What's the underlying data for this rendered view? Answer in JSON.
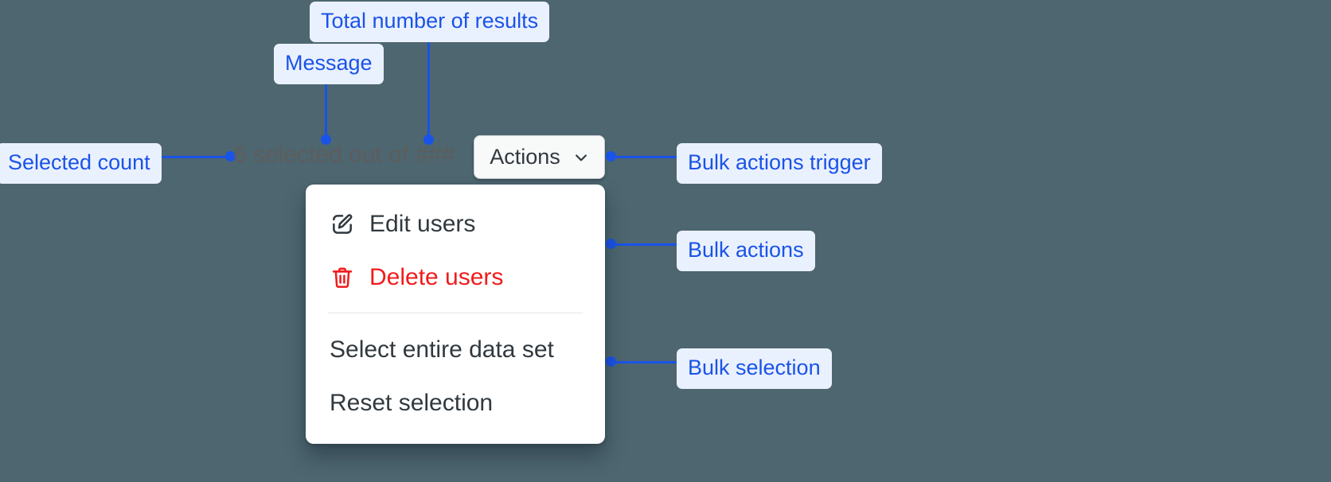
{
  "canvas": {
    "background_color": "#4d6670",
    "annotation_color": "#1a53e8",
    "annotation_pill_background": "#eaf1fe"
  },
  "annotations": [
    {
      "id": "total-results",
      "label": "Total number of results"
    },
    {
      "id": "message",
      "label": "Message"
    },
    {
      "id": "selected-count",
      "label": "Selected count"
    },
    {
      "id": "bulk-trigger",
      "label": "Bulk actions trigger"
    },
    {
      "id": "bulk-actions",
      "label": "Bulk actions"
    },
    {
      "id": "bulk-selection",
      "label": "Bulk selection"
    }
  ],
  "selection_bar": {
    "message_prefix": "6 selected out of ",
    "total_placeholder": "###",
    "full_text": "6 selected out of ###",
    "selected_count": 6,
    "text_color": "#5d5d5d"
  },
  "actions_trigger": {
    "label": "Actions",
    "icon": "chevron-down-icon",
    "expanded": true,
    "background": "#f8f9f9",
    "text_color": "#31393f"
  },
  "menu": {
    "groups": [
      {
        "id": "bulk-actions",
        "items": [
          {
            "label": "Edit users",
            "icon": "edit-pencil-icon",
            "danger": false,
            "color": "#31393f"
          },
          {
            "label": "Delete users",
            "icon": "trash-icon",
            "danger": true,
            "color": "#f01c1c"
          }
        ]
      },
      {
        "id": "bulk-selection",
        "items": [
          {
            "label": "Select entire data set",
            "icon": null,
            "danger": false,
            "color": "#31393f"
          },
          {
            "label": "Reset selection",
            "icon": null,
            "danger": false,
            "color": "#31393f"
          }
        ]
      }
    ]
  }
}
